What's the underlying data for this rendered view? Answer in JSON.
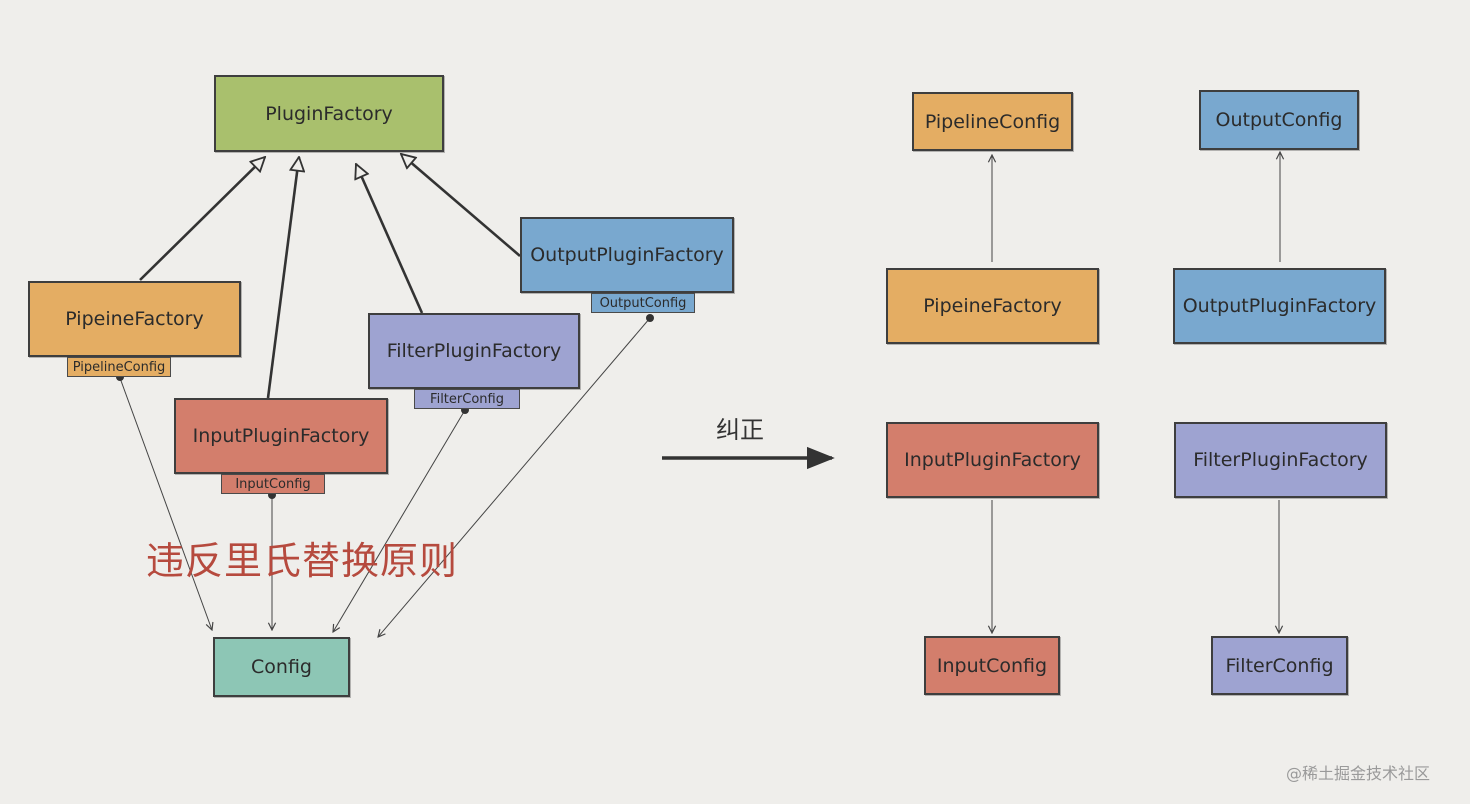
{
  "colors": {
    "green": "#a9c06d",
    "orange": "#e4ad63",
    "red": "#d37e6c",
    "purple": "#9ea3d1",
    "blue": "#79a8cf",
    "teal": "#8dc6b5",
    "violation_text": "#b64a3e"
  },
  "left": {
    "plugin_factory": "PluginFactory",
    "pipeline_factory": "PipeineFactory",
    "pipeline_config_tag": "PipelineConfig",
    "input_factory": "InputPluginFactory",
    "input_config_tag": "InputConfig",
    "filter_factory": "FilterPluginFactory",
    "filter_config_tag": "FilterConfig",
    "output_factory": "OutputPluginFactory",
    "output_config_tag": "OutputConfig",
    "config": "Config",
    "violation_label": "违反里氏替换原则"
  },
  "arrow_label": "纠正",
  "right": {
    "pipeline_config": "PipelineConfig",
    "pipeline_factory": "PipeineFactory",
    "output_config": "OutputConfig",
    "output_factory": "OutputPluginFactory",
    "input_factory": "InputPluginFactory",
    "input_config": "InputConfig",
    "filter_factory": "FilterPluginFactory",
    "filter_config": "FilterConfig"
  },
  "watermark": "@稀土掘金技术社区"
}
